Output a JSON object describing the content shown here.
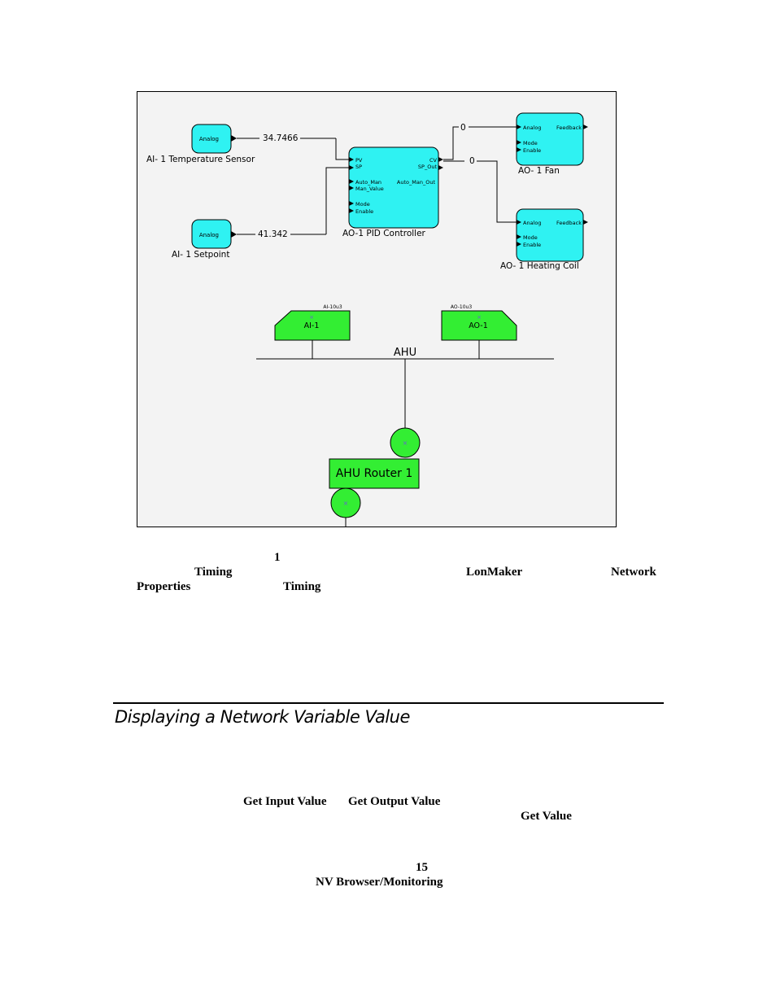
{
  "diagram": {
    "ai_temp_block": {
      "port": "Analog",
      "label": "AI- 1 Temperature Sensor",
      "value": "34.7466"
    },
    "ai_setpoint_block": {
      "port": "Analog",
      "label": "AI- 1 Setpoint",
      "value": "41.342"
    },
    "pid_block": {
      "label": "AO-1 PID Controller",
      "inputs": [
        "PV",
        "SP",
        "Auto_Man",
        "Man_Value",
        "Mode",
        "Enable"
      ],
      "outputs": [
        "CV",
        "SP_Out",
        "Auto_Man_Out"
      ]
    },
    "fan_block": {
      "label": "AO- 1 Fan",
      "inputs": [
        "Analog",
        "Mode",
        "Enable"
      ],
      "output": "Feedback",
      "value": "0"
    },
    "coil_block": {
      "label": "AO- 1 Heating Coil",
      "inputs": [
        "Analog",
        "Mode",
        "Enable"
      ],
      "output": "Feedback",
      "value": "0"
    },
    "device_ai": {
      "type": "AI-10u3",
      "name": "AI-1"
    },
    "device_ao": {
      "type": "AO-10u3",
      "name": "AO-1"
    },
    "channel": {
      "name": "AHU"
    },
    "router": {
      "name": "AHU Router 1"
    },
    "colors": {
      "fb_block": "#2ff2f2",
      "device": "#33ee33",
      "background": "#f3f3f3"
    }
  },
  "text": {
    "fig_num": "1",
    "timing1": "Timing",
    "lonmaker": "LonMaker",
    "network": "Network",
    "properties": "Properties",
    "timing2": "Timing",
    "section_heading": "Displaying a Network Variable Value",
    "get_input": "Get Input Value",
    "get_output": "Get Output Value",
    "get_value": "Get Value",
    "fig15": "15",
    "nv_browser": "NV Browser/Monitoring"
  }
}
